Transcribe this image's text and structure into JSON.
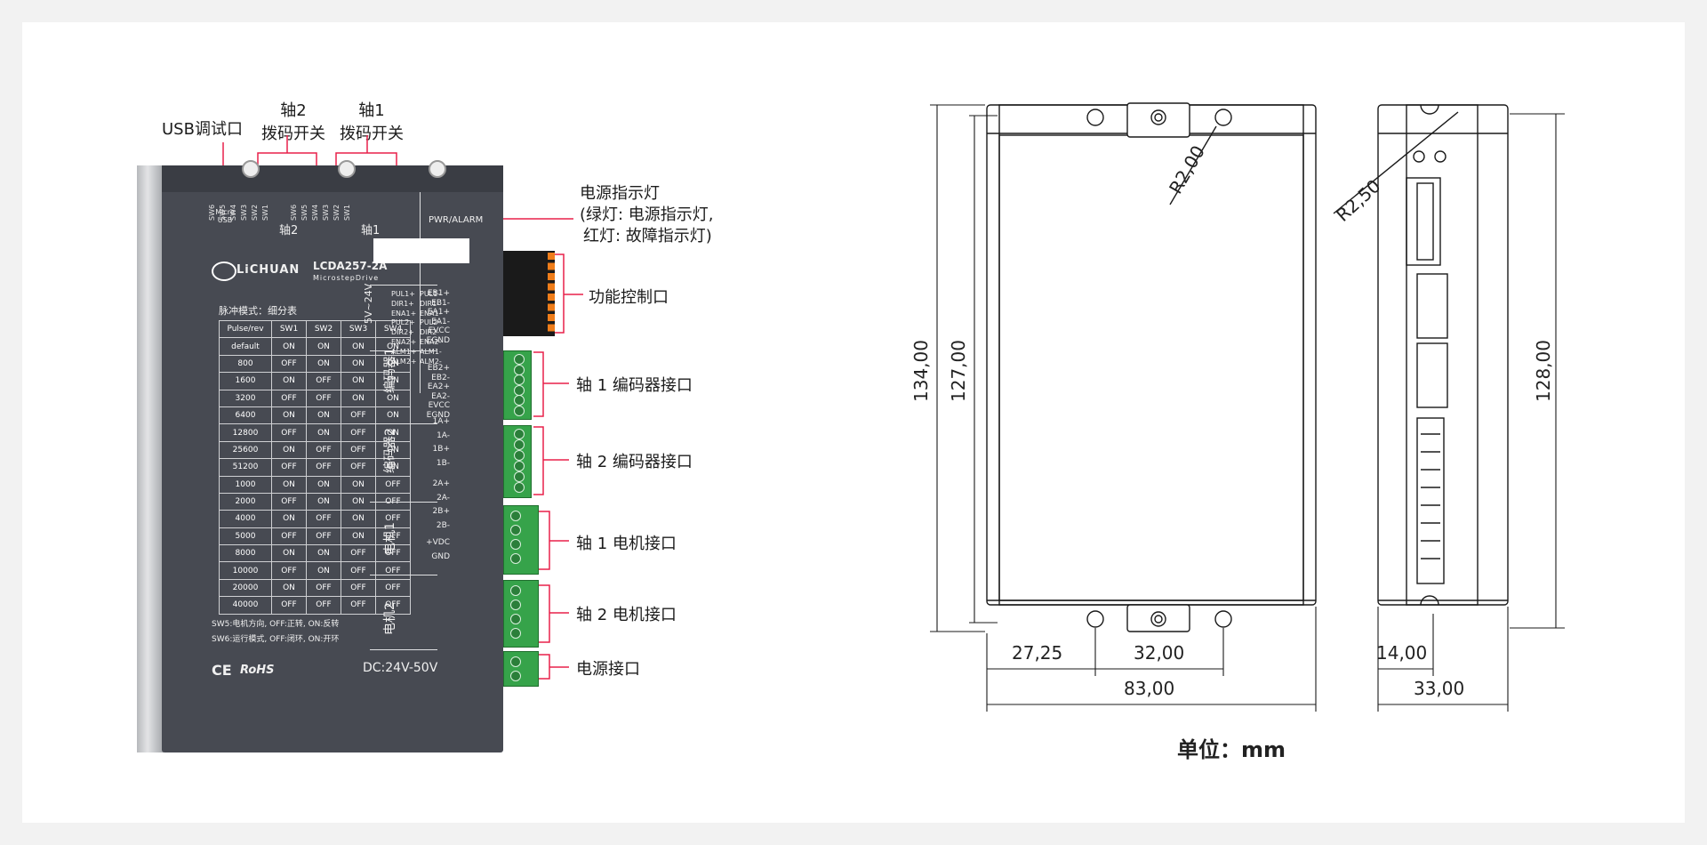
{
  "top_labels": {
    "usb_debug": "USB调试口",
    "axis2_switch": [
      "轴2",
      "拨码开关"
    ],
    "axis1_switch": [
      "轴1",
      "拨码开关"
    ]
  },
  "callouts": {
    "power_led": [
      "电源指示灯",
      "(绿灯: 电源指示灯,",
      "红灯: 故障指示灯)"
    ],
    "function_port": "功能控制口",
    "enc1": "轴 1 编码器接口",
    "enc2": "轴 2 编码器接口",
    "motor1": "轴 1 电机接口",
    "motor2": "轴 2 电机接口",
    "power_port": "电源接口"
  },
  "device": {
    "micro_usb": [
      "Micro",
      "USB"
    ],
    "axis2_sw": [
      "SW6",
      "SW5",
      "SW4",
      "SW3",
      "SW2",
      "SW1"
    ],
    "axis1_sw": [
      "SW6",
      "SW5",
      "SW4",
      "SW3",
      "SW2",
      "SW1"
    ],
    "axis2_label": "轴2",
    "axis1_label": "轴1",
    "pwr_alarm": "PWR/ALARM",
    "brand": "LiCHUAN",
    "model": "LCDA257-2A",
    "subtitle": "MicrostepDrive",
    "voltage_sig": "5V~24V",
    "table_title": "脉冲模式：细分表",
    "table_header": [
      "Pulse/rev",
      "SW1",
      "SW2",
      "SW3",
      "SW4"
    ],
    "table_rows": [
      [
        "default",
        "ON",
        "ON",
        "ON",
        "ON"
      ],
      [
        "800",
        "OFF",
        "ON",
        "ON",
        "ON"
      ],
      [
        "1600",
        "ON",
        "OFF",
        "ON",
        "ON"
      ],
      [
        "3200",
        "OFF",
        "OFF",
        "ON",
        "ON"
      ],
      [
        "6400",
        "ON",
        "ON",
        "OFF",
        "ON"
      ],
      [
        "12800",
        "OFF",
        "ON",
        "OFF",
        "ON"
      ],
      [
        "25600",
        "ON",
        "OFF",
        "OFF",
        "ON"
      ],
      [
        "51200",
        "OFF",
        "OFF",
        "OFF",
        "ON"
      ],
      [
        "1000",
        "ON",
        "ON",
        "ON",
        "OFF"
      ],
      [
        "2000",
        "OFF",
        "ON",
        "ON",
        "OFF"
      ],
      [
        "4000",
        "ON",
        "OFF",
        "ON",
        "OFF"
      ],
      [
        "5000",
        "OFF",
        "OFF",
        "ON",
        "OFF"
      ],
      [
        "8000",
        "ON",
        "ON",
        "OFF",
        "OFF"
      ],
      [
        "10000",
        "OFF",
        "ON",
        "OFF",
        "OFF"
      ],
      [
        "20000",
        "ON",
        "OFF",
        "OFF",
        "OFF"
      ],
      [
        "40000",
        "OFF",
        "OFF",
        "OFF",
        "OFF"
      ]
    ],
    "sw5_note": "SW5:电机方向, OFF:正转, ON:反转",
    "sw6_note": "SW6:运行模式, OFF:闭环, ON:开环",
    "ce": "CE",
    "rohs": "RoHS",
    "dc": "DC:24V-50V",
    "func_pins_left": [
      "PUL1+",
      "DIR1+",
      "ENA1+",
      "PUL2+",
      "DIR2+",
      "ENA2+",
      "ALM1+",
      "ALM2+"
    ],
    "func_pins_right": [
      "PUL1-",
      "DIR1-",
      "ENA1-",
      "PUL2-",
      "DIR2-",
      "ENA2-",
      "ALM1-",
      "ALM2-"
    ],
    "enc1_label": "编码器1",
    "enc1_pins": [
      "EB1+",
      "EB1-",
      "EA1+",
      "EA1-",
      "EVCC",
      "EGND"
    ],
    "enc2_label": "编码器2",
    "enc2_pins": [
      "EB2+",
      "EB2-",
      "EA2+",
      "EA2-",
      "EVCC",
      "EGND"
    ],
    "motor1_label": "电机1",
    "motor1_pins": [
      "1A+",
      "1A-",
      "1B+",
      "1B-"
    ],
    "motor2_label": "电机2",
    "motor2_pins": [
      "2A+",
      "2A-",
      "2B+",
      "2B-"
    ],
    "power_pins": [
      "+VDC",
      "GND"
    ]
  },
  "drawing": {
    "r_front": "R2,00",
    "r_side": "R2,50",
    "h134": "134,00",
    "h127": "127,00",
    "h128": "128,00",
    "w27": "27,25",
    "w32": "32,00",
    "w83": "83,00",
    "w14": "14,00",
    "w33": "33,00",
    "unit": "单位：mm"
  }
}
